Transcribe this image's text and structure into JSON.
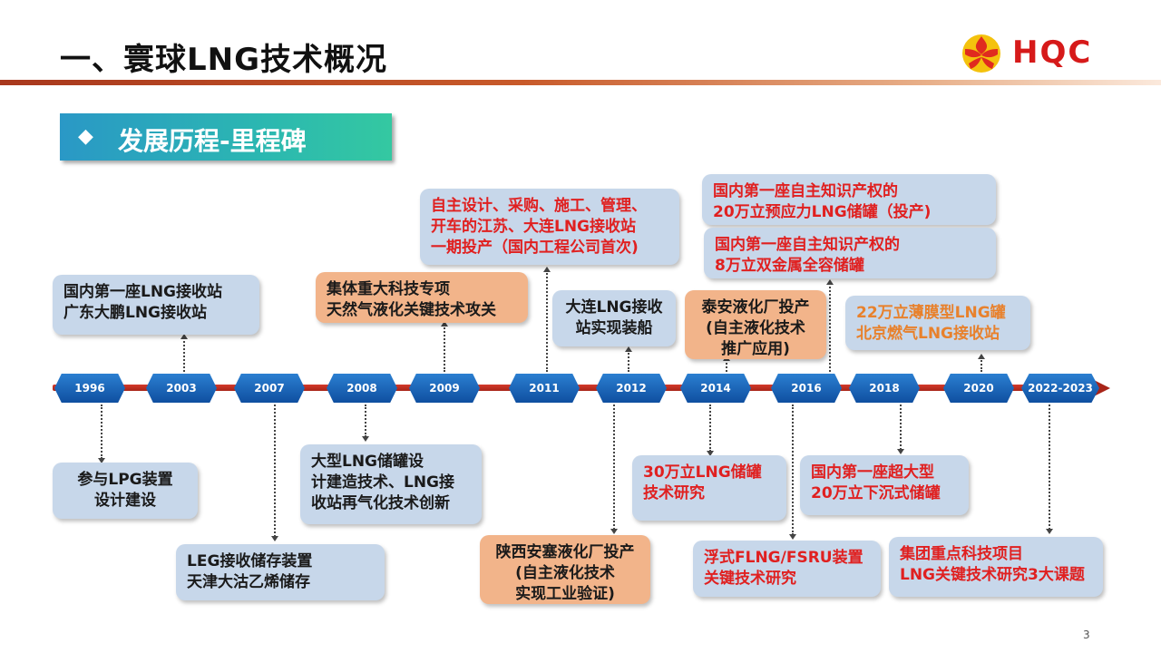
{
  "header": {
    "title": "一、寰球LNG技术概况",
    "logo_text": "HQC"
  },
  "section": {
    "diamond": "◆",
    "title": "发展历程-里程碑"
  },
  "years": [
    "1996",
    "2003",
    "2007",
    "2008",
    "2009",
    "2011",
    "2012",
    "2014",
    "2016",
    "2018",
    "2020",
    "2022-2023"
  ],
  "milestones": {
    "m1996": "参与LPG装置\n设计建设",
    "m2003": "国内第一座LNG接收站\n广东大鹏LNG接收站",
    "m2007": "LEG接收储存装置\n天津大沽乙烯储存",
    "m2008": "大型LNG储罐设\n计建造技术、LNG接\n收站再气化技术创新",
    "m2009": "集体重大科技专项\n天然气液化关键技术攻关",
    "m2011_top": "自主设计、采购、施工、管理、\n开车的江苏、大连LNG接收站\n一期投产（国内工程公司首次)",
    "m2011_bottom": "陕西安塞液化厂投产\n(自主液化技术\n实现工业验证)",
    "m2012": "大连LNG接收\n站实现装船",
    "m2014_top": "泰安液化厂投产\n(自主液化技术\n推广应用)",
    "m2014_bottom": "30万立LNG储罐\n技术研究",
    "m2016_top1": "国内第一座自主知识产权的\n20万立预应力LNG储罐（投产)",
    "m2016_top2": "国内第一座自主知识产权的\n8万立双金属全容储罐",
    "m2016_bottom": "浮式FLNG/FSRU装置\n关键技术研究",
    "m2018": "国内第一座超大型\n20万立下沉式储罐",
    "m2020": "22万立薄膜型LNG罐\n北京燃气LNG接收站",
    "m2022": "集团重点科技项目\nLNG关键技术研究3大课题"
  },
  "page_number": "3"
}
